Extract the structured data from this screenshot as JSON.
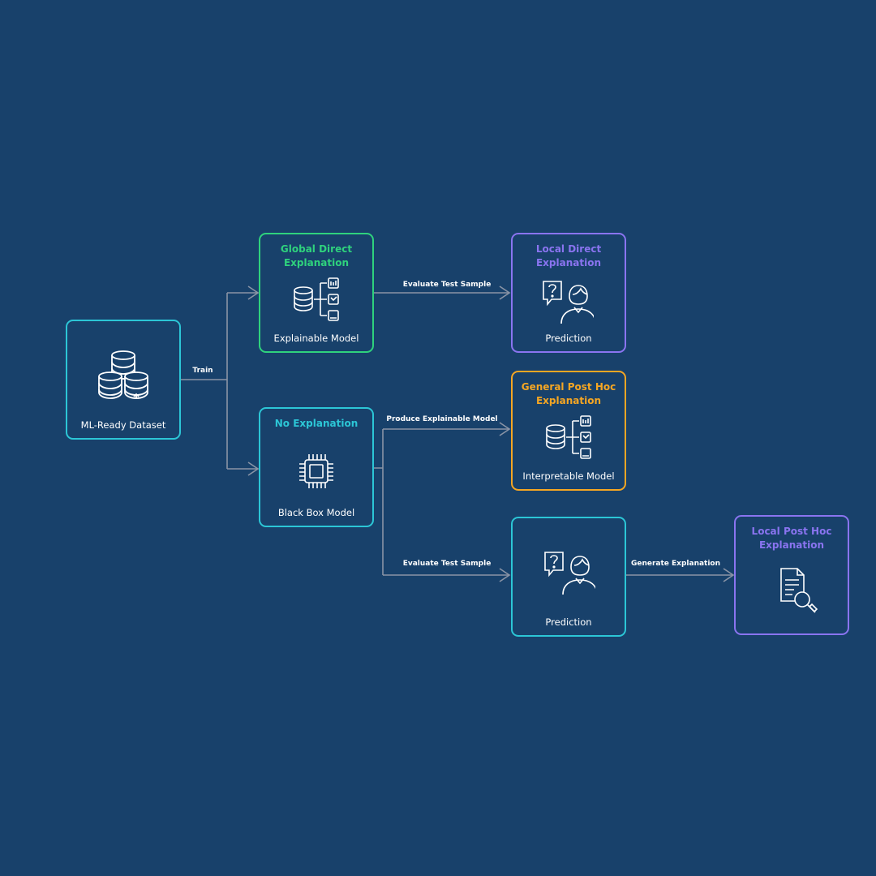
{
  "colors": {
    "background": "#18416b",
    "teal": "#2cc6d6",
    "green": "#2fd27d",
    "purple": "#8a74f0",
    "orange": "#f5a623",
    "connector": "#8a94a6",
    "icon": "#ffffff"
  },
  "nodes": {
    "dataset": {
      "label": "ML-Ready Dataset",
      "icon": "database-stack-icon"
    },
    "global": {
      "title": "Global Direct Explanation",
      "label": "Explainable Model",
      "icon": "model-flow-icon"
    },
    "local_direct": {
      "title": "Local Direct Explanation",
      "label": "Prediction",
      "icon": "person-question-icon"
    },
    "no_explanation": {
      "title": "No Explanation",
      "label": "Black Box Model",
      "icon": "chip-icon"
    },
    "general_post_hoc": {
      "title": "General Post Hoc Explanation",
      "label": "Interpretable Model",
      "icon": "model-flow-icon"
    },
    "prediction": {
      "label": "Prediction",
      "icon": "person-question-icon"
    },
    "local_post_hoc": {
      "title": "Local Post Hoc Explanation",
      "icon": "document-search-icon"
    }
  },
  "edges": {
    "train": "Train",
    "evaluate_top": "Evaluate Test Sample",
    "produce": "Produce Explainable Model",
    "evaluate_bottom": "Evaluate Test Sample",
    "generate": "Generate Explanation"
  }
}
